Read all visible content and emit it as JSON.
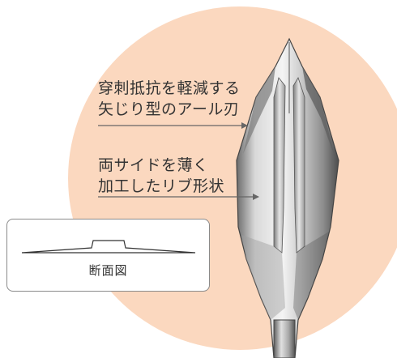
{
  "annotations": [
    {
      "lines": [
        "穿刺抵抗を軽減する",
        "矢じり型のアール刃"
      ]
    },
    {
      "lines": [
        "両サイドを薄く",
        "加工したリブ形状"
      ]
    }
  ],
  "inset": {
    "caption": "断面図"
  },
  "colors": {
    "background_circle": "#fbd8bf",
    "text": "#333333",
    "arrow": "#666666",
    "blade_light": "#f2f2f2",
    "blade_mid": "#b9b9b9",
    "blade_dark": "#5a5a5a"
  }
}
